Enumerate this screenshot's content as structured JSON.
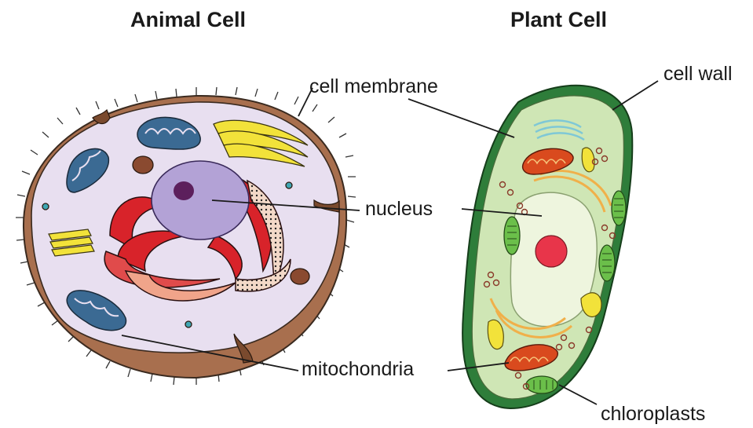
{
  "titles": {
    "animal": "Animal Cell",
    "plant": "Plant Cell"
  },
  "labels": {
    "cell_membrane": "cell membrane",
    "cell_wall": "cell wall",
    "nucleus": "nucleus",
    "mitochondria": "mitochondria",
    "chloroplasts": "chloroplasts"
  },
  "colors": {
    "cytoplasm_animal": "#e8dff0",
    "membrane_rim": "#9a6a4a",
    "nucleus": "#b3a2d6",
    "nucleolus": "#5c1f5c",
    "rough_er": "#d8232a",
    "golgi": "#f2e23a",
    "mitochondria_animal": "#3b6a93",
    "plant_wall": "#2e7d3a",
    "plant_cytoplasm": "#cfe6b5",
    "plant_vacuole": "#eef5de",
    "chloroplast": "#6bbf4a",
    "mitochondria_plant": "#d94a1e"
  }
}
